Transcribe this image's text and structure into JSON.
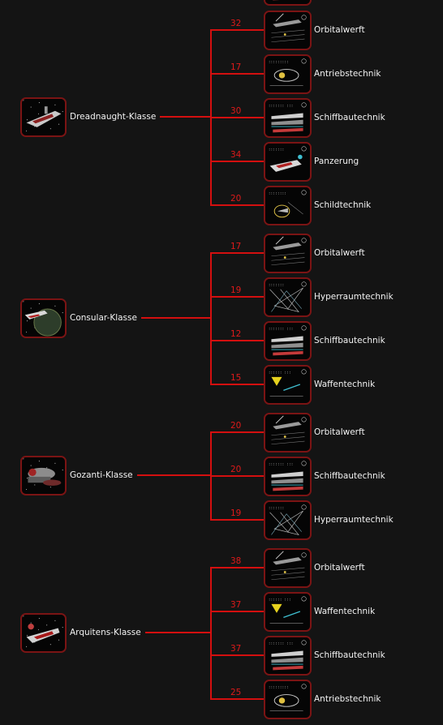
{
  "colors": {
    "background": "#141414",
    "connector": "#d40f0f",
    "level_text": "#dd1a1a",
    "thumb_border": "#7b1414",
    "label_text": "#f2f2f2"
  },
  "ships": [
    {
      "name": "Dreadnaught-Klasse",
      "icon": "dreadnaught-ship-icon",
      "requirements": [
        {
          "tech": "Orbitalwerft",
          "level": "32",
          "icon": "orbital-shipyard-icon"
        },
        {
          "tech": "Antriebstechnik",
          "level": "17",
          "icon": "propulsion-tech-icon"
        },
        {
          "tech": "Schiffbautechnik",
          "level": "30",
          "icon": "shipbuilding-tech-icon"
        },
        {
          "tech": "Panzerung",
          "level": "34",
          "icon": "armor-icon"
        },
        {
          "tech": "Schildtechnik",
          "level": "20",
          "icon": "shield-tech-icon"
        }
      ]
    },
    {
      "name": "Consular-Klasse",
      "icon": "consular-ship-icon",
      "requirements": [
        {
          "tech": "Orbitalwerft",
          "level": "17",
          "icon": "orbital-shipyard-icon"
        },
        {
          "tech": "Hyperraumtechnik",
          "level": "19",
          "icon": "hyperspace-tech-icon"
        },
        {
          "tech": "Schiffbautechnik",
          "level": "12",
          "icon": "shipbuilding-tech-icon"
        },
        {
          "tech": "Waffentechnik",
          "level": "15",
          "icon": "weapons-tech-icon"
        }
      ]
    },
    {
      "name": "Gozanti-Klasse",
      "icon": "gozanti-ship-icon",
      "requirements": [
        {
          "tech": "Orbitalwerft",
          "level": "20",
          "icon": "orbital-shipyard-icon"
        },
        {
          "tech": "Schiffbautechnik",
          "level": "20",
          "icon": "shipbuilding-tech-icon"
        },
        {
          "tech": "Hyperraumtechnik",
          "level": "19",
          "icon": "hyperspace-tech-icon"
        }
      ]
    },
    {
      "name": "Arquitens-Klasse",
      "icon": "arquitens-ship-icon",
      "requirements": [
        {
          "tech": "Orbitalwerft",
          "level": "38",
          "icon": "orbital-shipyard-icon"
        },
        {
          "tech": "Waffentechnik",
          "level": "37",
          "icon": "weapons-tech-icon"
        },
        {
          "tech": "Schiffbautechnik",
          "level": "37",
          "icon": "shipbuilding-tech-icon"
        },
        {
          "tech": "Antriebstechnik",
          "level": "25",
          "icon": "propulsion-tech-icon"
        }
      ]
    }
  ]
}
